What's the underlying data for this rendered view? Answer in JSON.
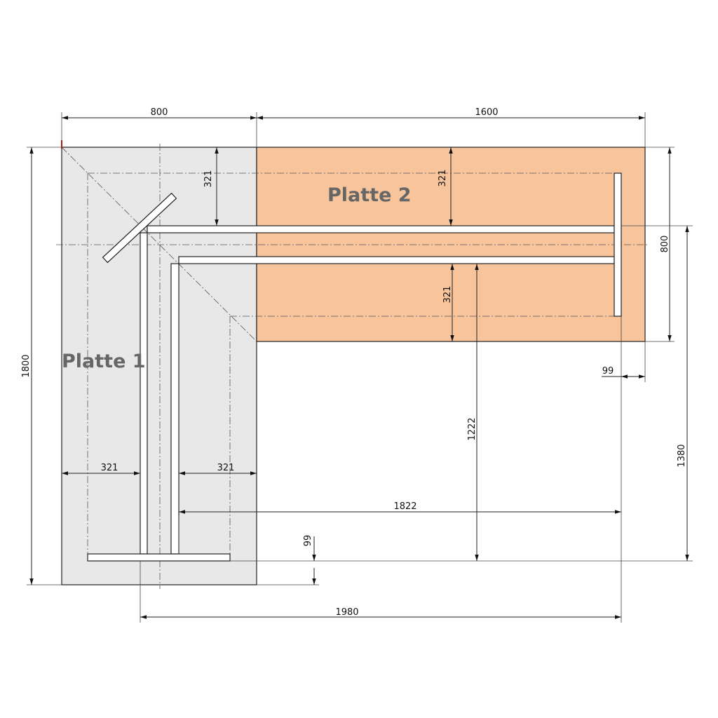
{
  "plates": [
    {
      "label": "Platte 1",
      "color": "#e8e8e8"
    },
    {
      "label": "Platte 2",
      "color": "#f7c49c"
    }
  ],
  "label_color": "#666666",
  "dimensions": {
    "top_left_width": "800",
    "top_right_width": "1600",
    "left_height": "1800",
    "right_plate_depth": "800",
    "right_total": "1380",
    "p2_top_offset_a": "321",
    "p2_top_offset_b": "321",
    "p2_bottom_offset": "321",
    "p2_leg_length": "1222",
    "bottom_offset": "99",
    "right_offset": "99",
    "p1_left_offset": "321",
    "p1_right_offset": "321",
    "inner_span": "1822",
    "total_span": "1980"
  }
}
